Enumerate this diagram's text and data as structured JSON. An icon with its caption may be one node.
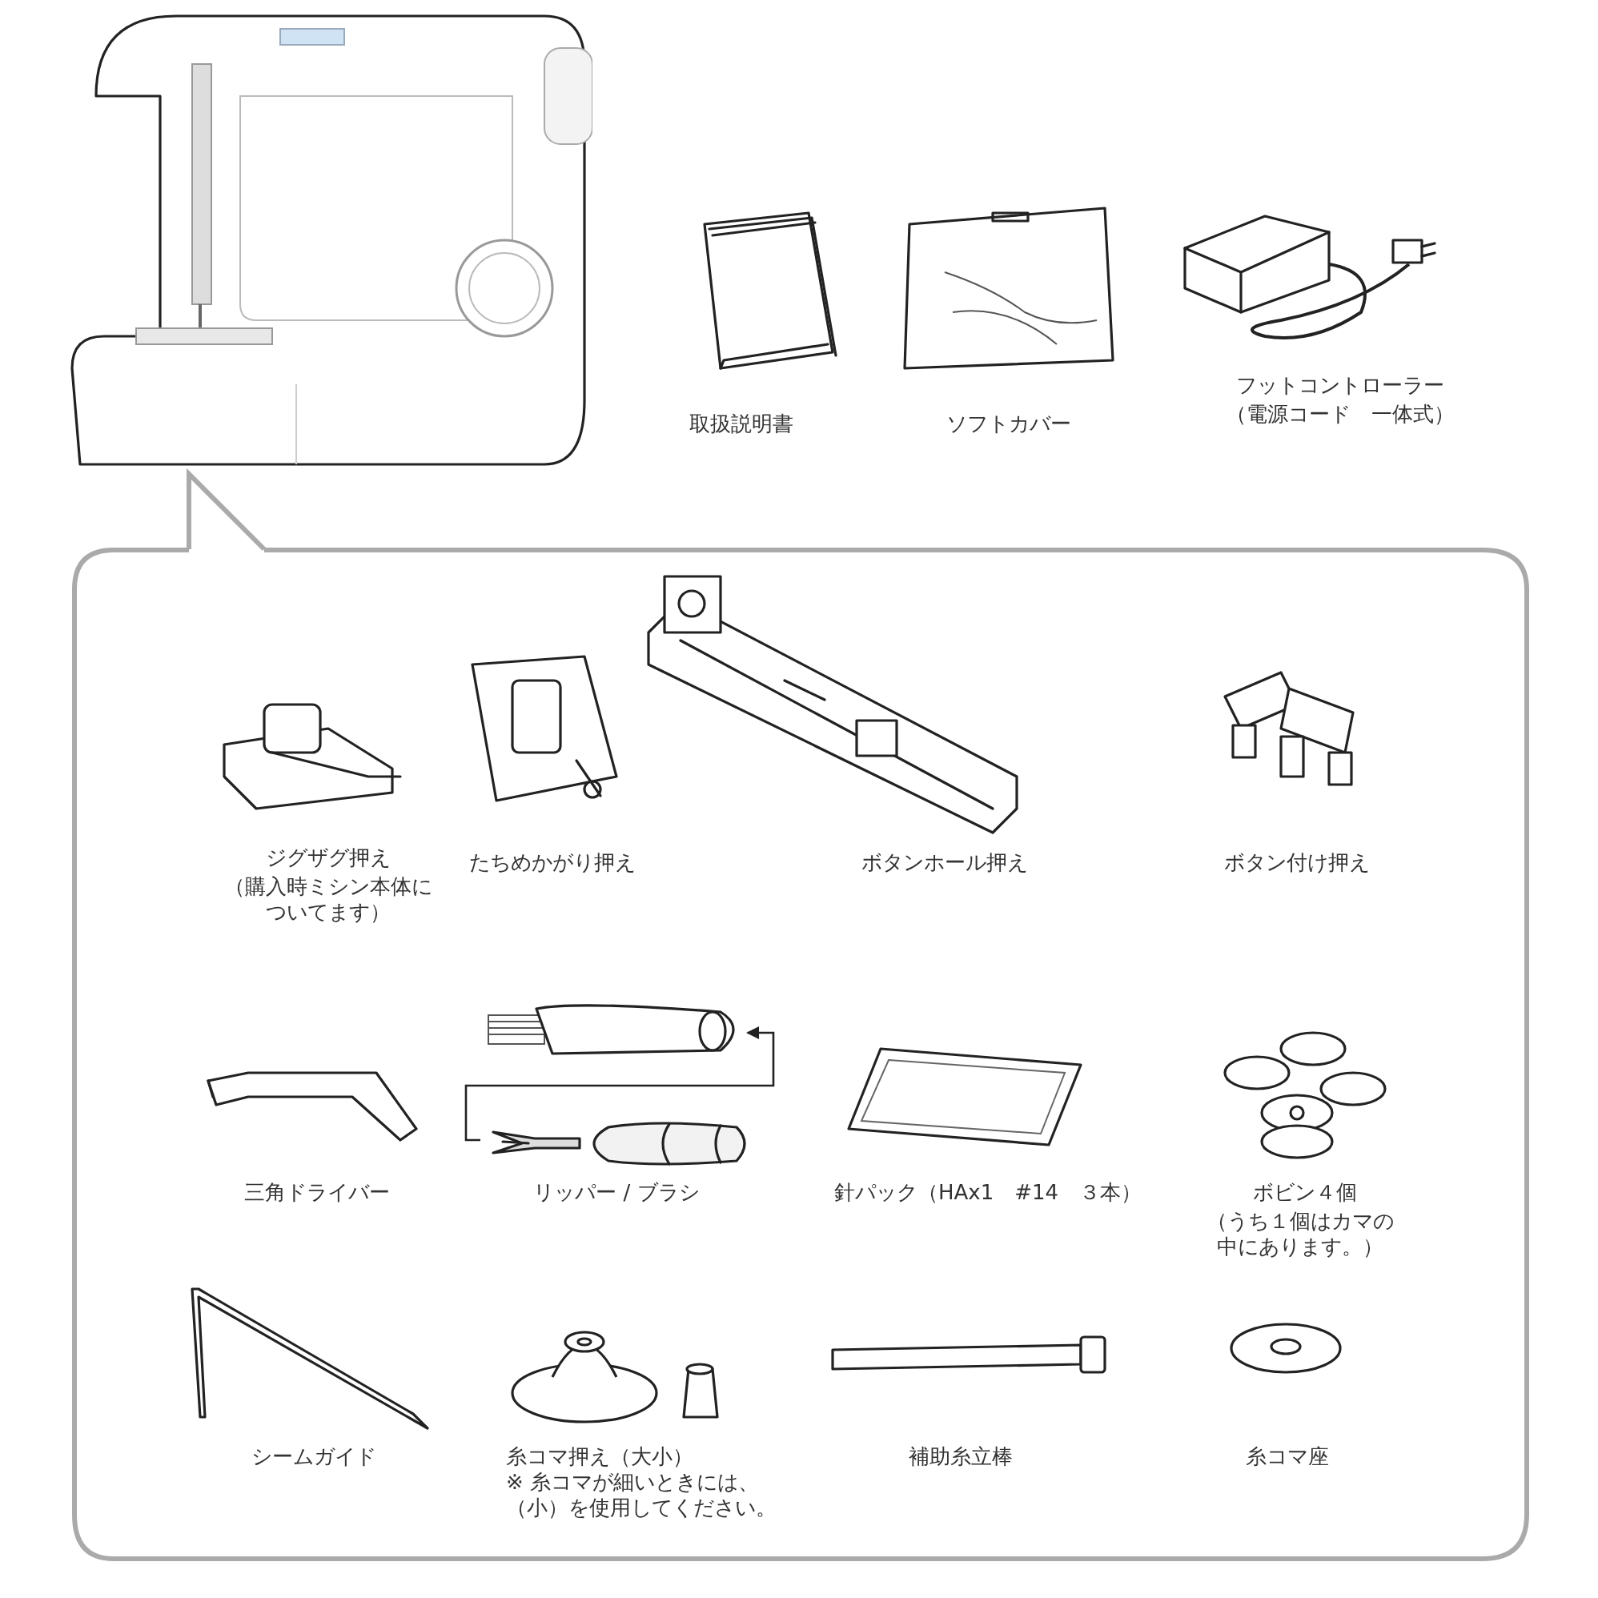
{
  "diagram": {
    "nodes": [
      {
        "text": [],
        "shape": "picture"
      },
      {
        "text": [
          "取扱説明書"
        ]
      },
      {
        "text": [
          "ソフトカバー"
        ]
      },
      {
        "text": [
          "フットコントローラー",
          "（電源コード　一体式）"
        ]
      },
      {
        "text": [],
        "shape": "box"
      },
      {
        "text": [
          "ジグザグ押え",
          "（購入時ミシン本体についてます）"
        ],
        "in": 4
      },
      {
        "text": [
          "たちめかがり押え"
        ],
        "in": 4
      },
      {
        "text": [
          "ボタンホール押え"
        ],
        "in": 4
      },
      {
        "text": [
          "ボタン付け押え"
        ],
        "in": 4
      },
      {
        "text": [
          "三角ドライバー"
        ],
        "in": 4
      },
      {
        "text": [
          "リッパー / ブラシ"
        ],
        "in": 4
      },
      {
        "text": [],
        "shape": "picture",
        "in": 10
      },
      {
        "text": [],
        "shape": "picture",
        "in": 10
      },
      {
        "text": [
          "針パック（HAx1　#14　３本）"
        ],
        "in": 4
      },
      {
        "text": [
          "ボビン４個",
          "（うち１個はカマの中にあります。）"
        ],
        "in": 4
      },
      {
        "text": [
          "シームガイド"
        ],
        "in": 4
      },
      {
        "text": [
          "糸コマ押え（大小）",
          "※ 糸コマが細いときには、（小）を使用してください。"
        ],
        "in": 4
      },
      {
        "text": [
          "補助糸立棒"
        ],
        "in": 4
      },
      {
        "text": [
          "糸コマ座"
        ],
        "in": 4
      }
    ],
    "edges": [
      {
        "from": 0,
        "to": 4,
        "arrow": "none",
        "style": "thick",
        "color": "#aaaaaa"
      },
      {
        "from": 12,
        "to": 11,
        "arrow": "to",
        "color": "#222222"
      }
    ]
  }
}
